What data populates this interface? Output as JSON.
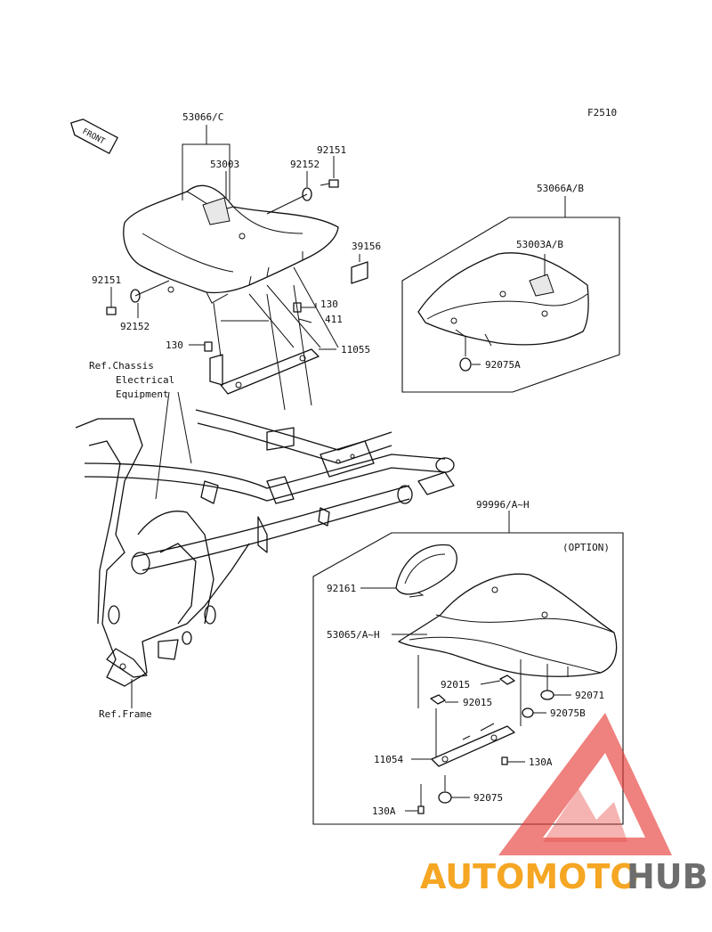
{
  "figure_code": "F2510",
  "front_label": "FRONT",
  "option_label": "(OPTION)",
  "labels": {
    "l_53066c": "53066/C",
    "l_53003": "53003",
    "l_92152_top": "92152",
    "l_92151_top": "92151",
    "l_39156": "39156",
    "l_92151_left": "92151",
    "l_92152_left": "92152",
    "l_130_right": "130",
    "l_411": "411",
    "l_130_left": "130",
    "l_11055": "11055",
    "l_53066ab": "53066A/B",
    "l_53003ab": "53003A/B",
    "l_92075a": "92075A",
    "l_99996": "99996/A~H",
    "l_92161": "92161",
    "l_53065": "53065/A~H",
    "l_92015_a": "92015",
    "l_92015_b": "92015",
    "l_92071": "92071",
    "l_92075b": "92075B",
    "l_11054": "11054",
    "l_130a_right": "130A",
    "l_92075": "92075",
    "l_130a_left": "130A"
  },
  "refs": {
    "chassis_1": "Ref.Chassis",
    "chassis_2": "Electrical",
    "chassis_3": "Equipment",
    "frame": "Ref.Frame"
  },
  "watermark": {
    "part1": "AUTOMOTO",
    "part2": "HUB",
    "color1": "#f5a623",
    "color2": "#6d6d6d",
    "logo_color": "#e53935"
  }
}
